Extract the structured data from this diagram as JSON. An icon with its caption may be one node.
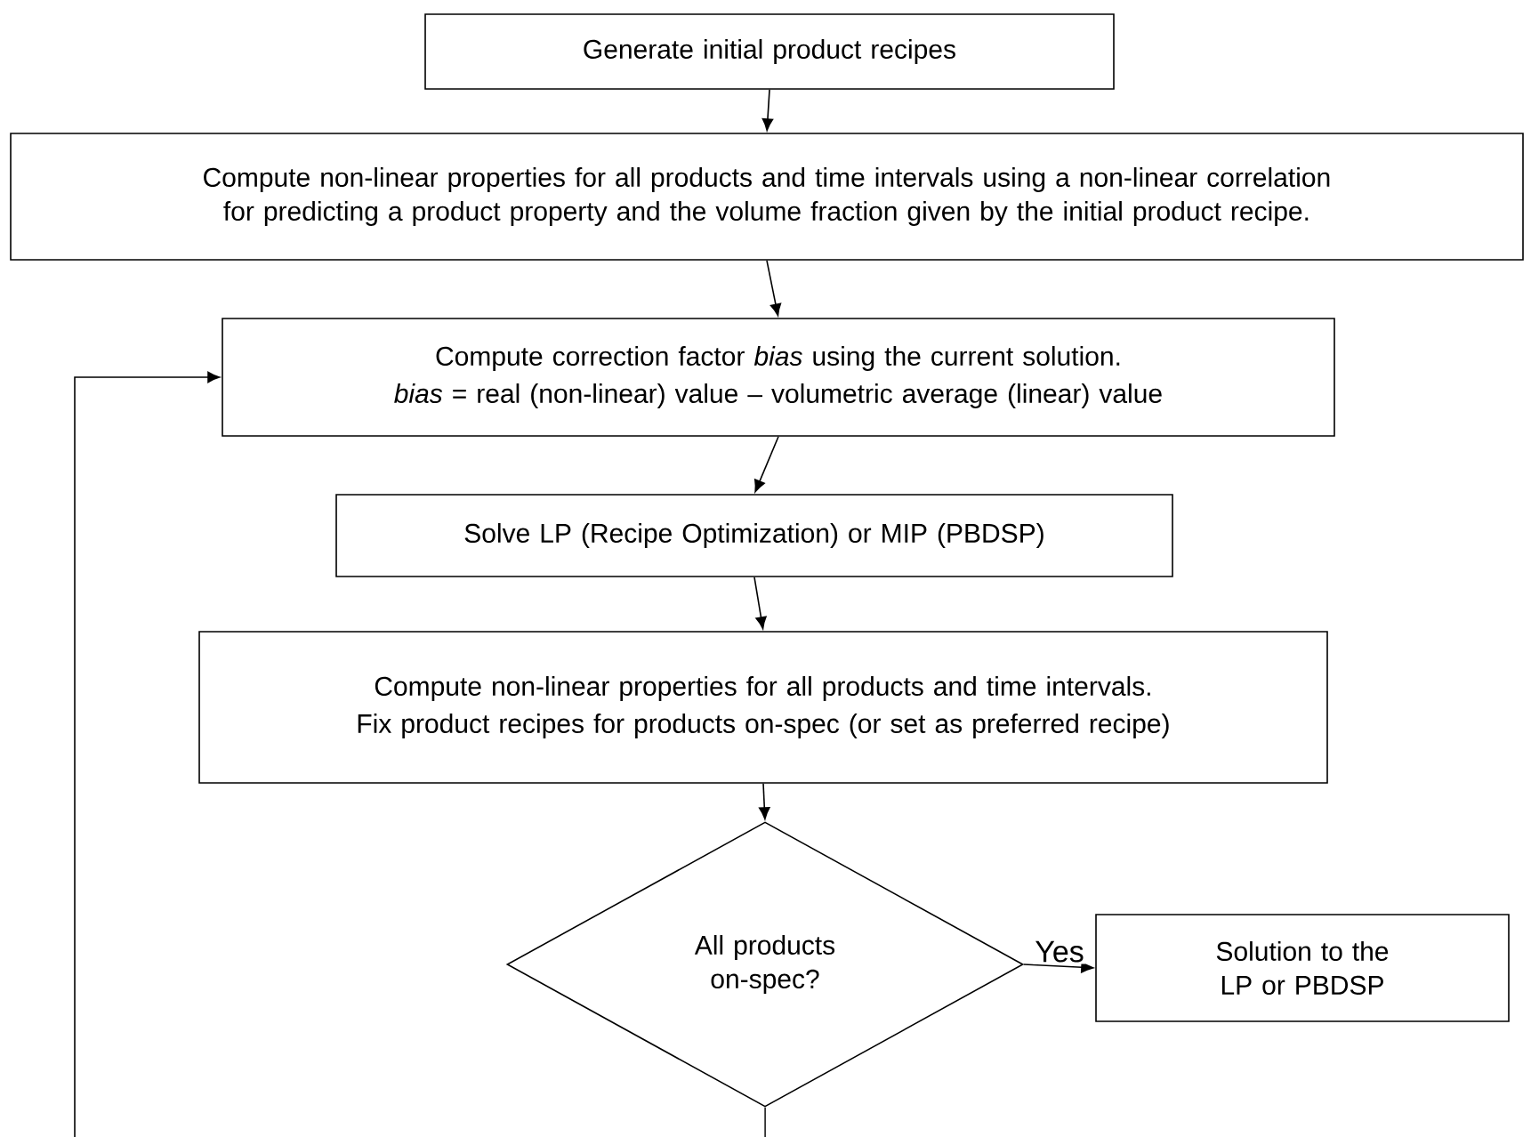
{
  "diagram": {
    "nodes": [
      {
        "text": [
          "Generate initial product recipes"
        ]
      },
      {
        "text": [
          "Compute non-linear properties for all products and time intervals using a non-linear correlation for predicting a product property and the volume fraction given by the initial product recipe."
        ]
      },
      {
        "text": [
          "Compute correction factor *bias* using the current solution.",
          "*bias* = real (non-linear) value – volumetric average (linear) value"
        ]
      },
      {
        "text": [
          "Solve LP (Recipe Optimization) or MIP (PBDSP)"
        ]
      },
      {
        "text": [
          "Compute non-linear properties for all products and time intervals.",
          "Fix product recipes for products on-spec (or set as preferred recipe)"
        ]
      },
      {
        "text": [
          "All products on-spec?"
        ]
      },
      {
        "text": [
          "Solution to the LP or PBDSP"
        ]
      }
    ],
    "edges": [
      {
        "from": 0,
        "to": 1,
        "arrow": "to"
      },
      {
        "from": 1,
        "to": 2,
        "arrow": "to"
      },
      {
        "from": 2,
        "to": 3,
        "arrow": "to"
      },
      {
        "from": 3,
        "to": 4,
        "arrow": "to"
      },
      {
        "from": 4,
        "to": 5,
        "arrow": "to"
      },
      {
        "from": 5,
        "to": 6,
        "arrow": "to",
        "label": "Yes"
      },
      {
        "from": 5,
        "to": null,
        "arrow": "none"
      },
      {
        "from": null,
        "to": 2,
        "arrow": "to"
      }
    ]
  }
}
